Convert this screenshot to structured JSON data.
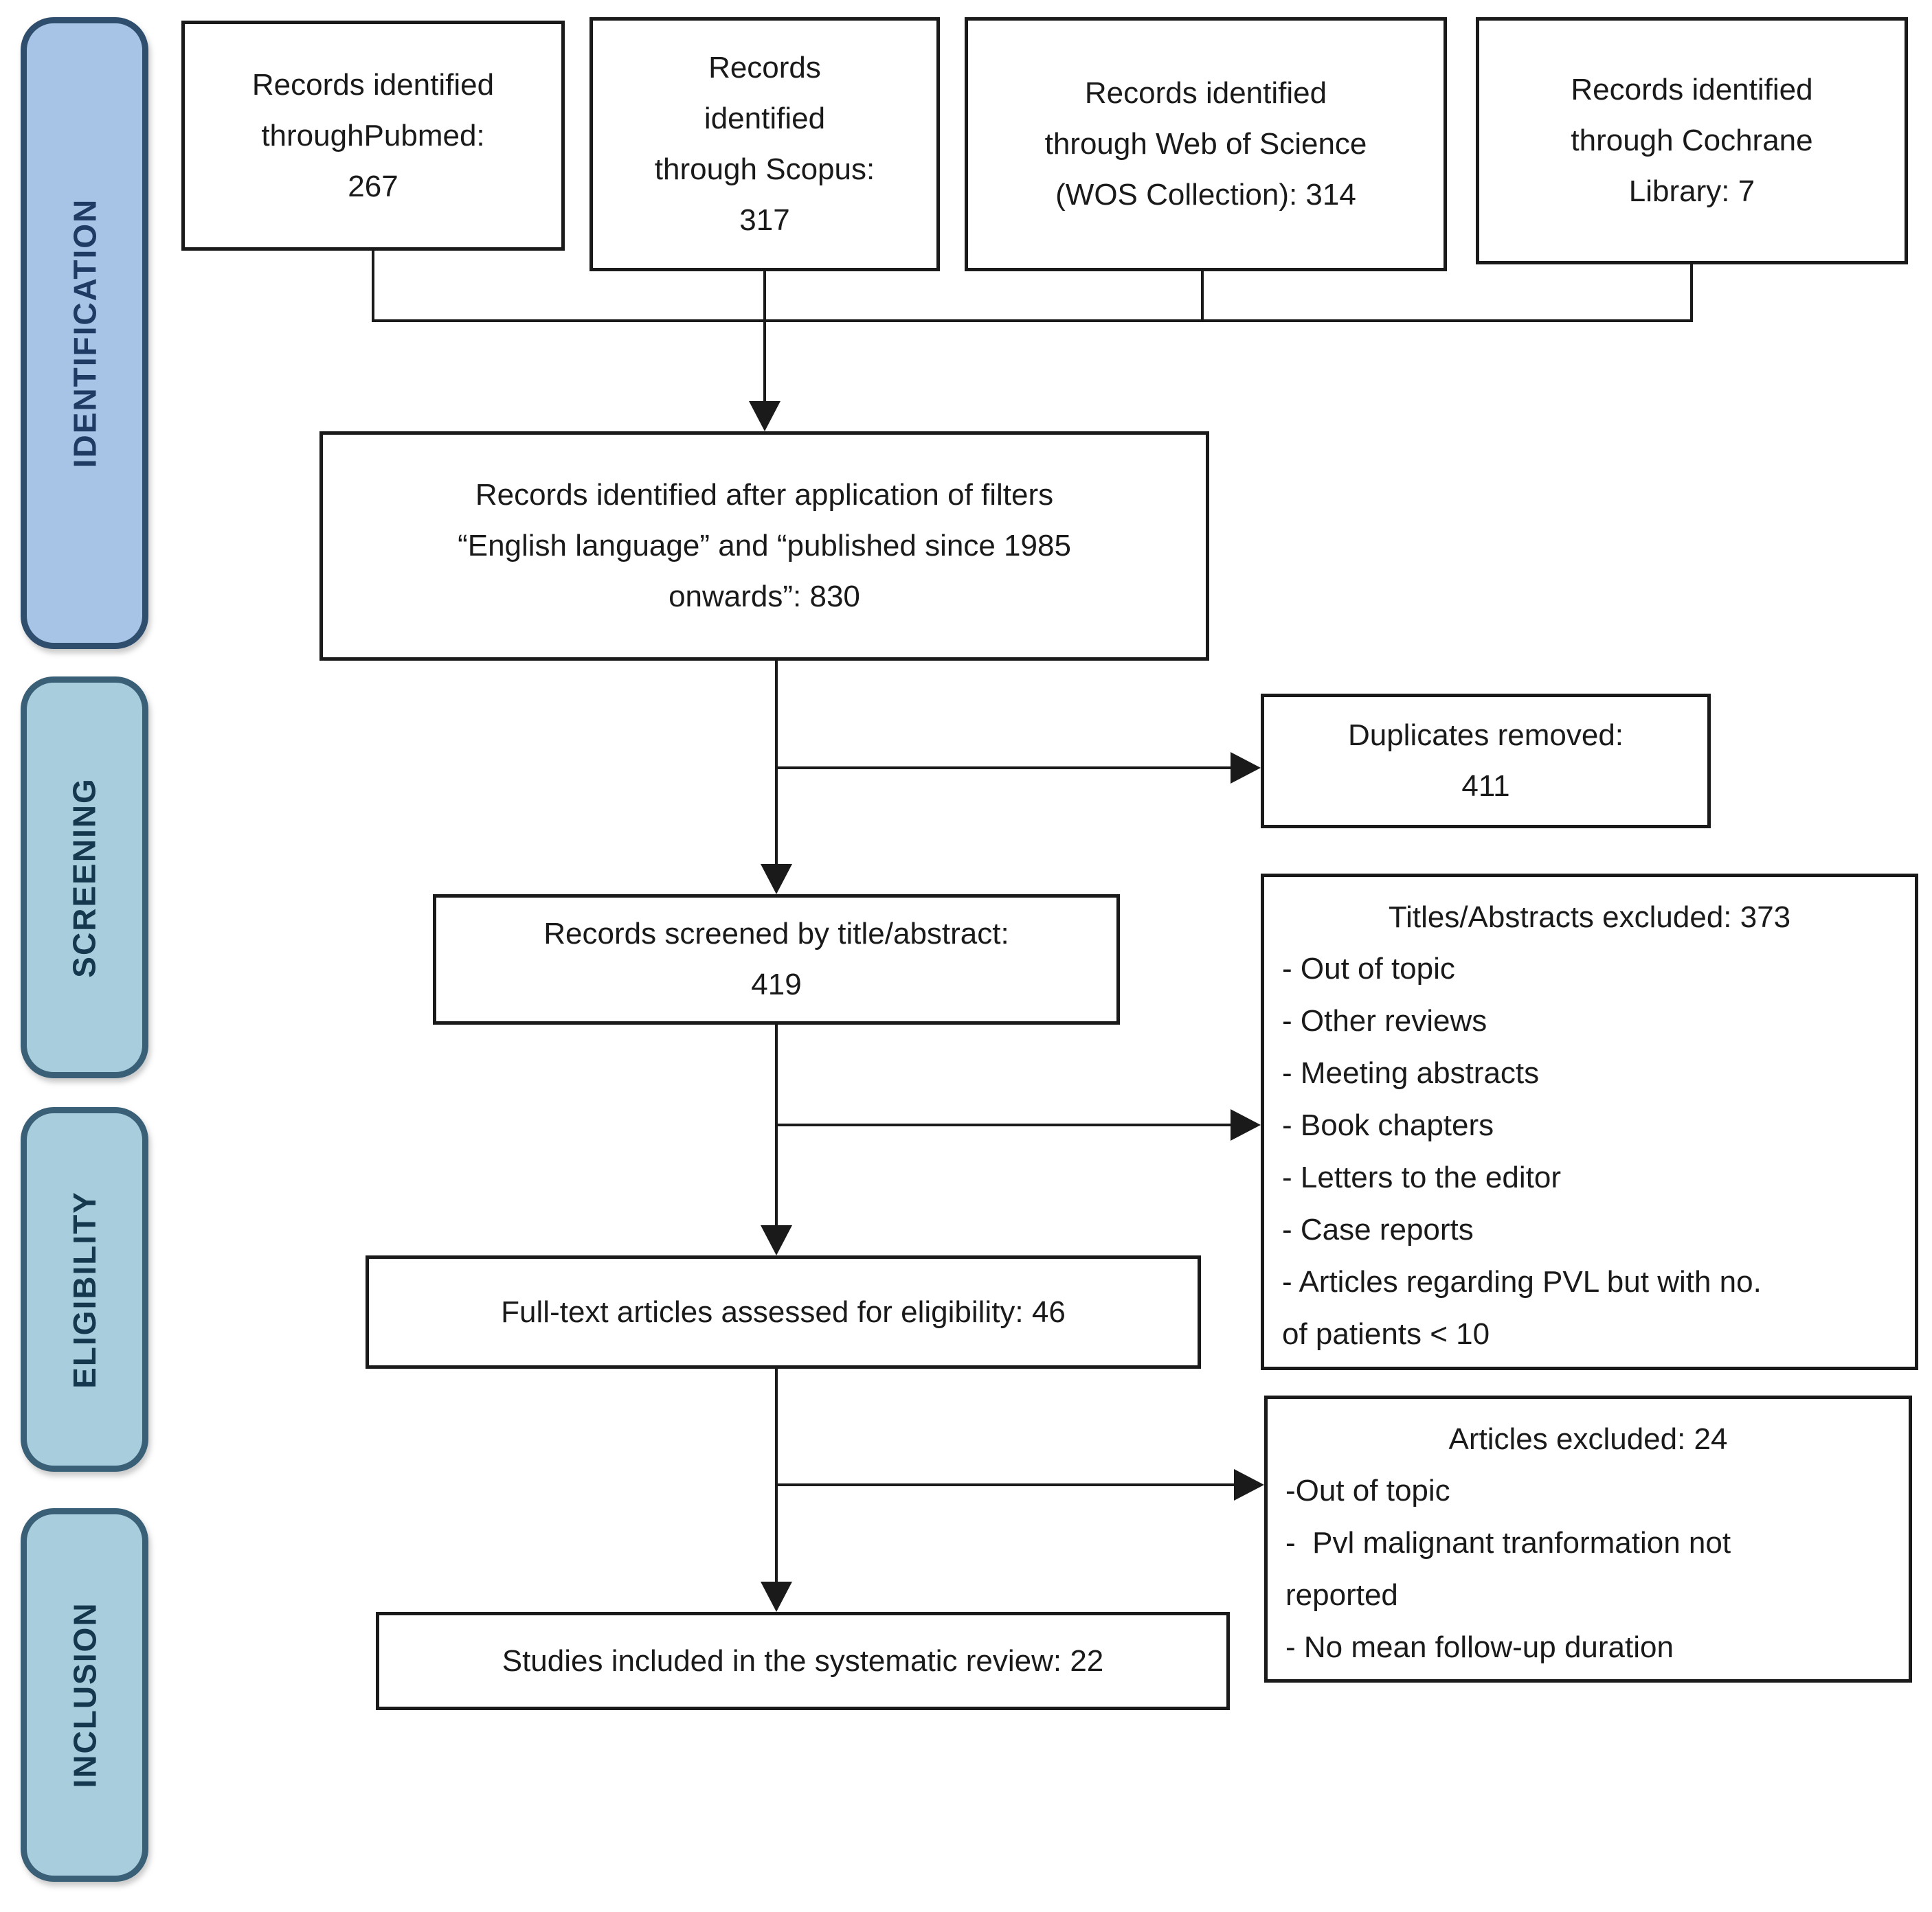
{
  "colors": {
    "identification_fill": "#a7c4e6",
    "identification_border": "#2f4e6e",
    "stage_fill": "#a8cedd",
    "stage_border": "#3a6077",
    "stage_text": "#16384f",
    "box_border": "#1a1a1a",
    "connector": "#1a1a1a",
    "background": "#ffffff"
  },
  "diagram": {
    "stages": [
      "IDENTIFICATION",
      "SCREENING",
      "ELIGIBILITY",
      "INCLUSION"
    ],
    "sources": [
      "Records identified\nthroughPubmed:\n267",
      "Records\nidentified\nthrough Scopus:\n317",
      "Records identified\nthrough Web of Science\n(WOS Collection): 314",
      "Records identified\nthrough Cochrane\nLibrary: 7"
    ],
    "filtered": "Records identified after application of filters\n“English language” and “published since 1985\nonwards”: 830",
    "duplicates": "Duplicates removed:\n411",
    "screened": "Records screened by title/abstract:\n419",
    "titles_excluded": {
      "title": "Titles/Abstracts excluded: 373",
      "reasons": [
        "- Out of topic",
        "- Other reviews",
        "- Meeting abstracts",
        "- Book chapters",
        "- Letters to the editor",
        "- Case reports",
        "- Articles regarding PVL but with no.\nof patients < 10"
      ]
    },
    "fulltext": "Full-text articles assessed for eligibility: 46",
    "articles_excluded": {
      "title": "Articles excluded: 24",
      "reasons": [
        "-Out of topic",
        "-  Pvl malignant tranformation not\nreported",
        "- No mean follow-up duration"
      ]
    },
    "included": "Studies included in the systematic review: 22"
  }
}
